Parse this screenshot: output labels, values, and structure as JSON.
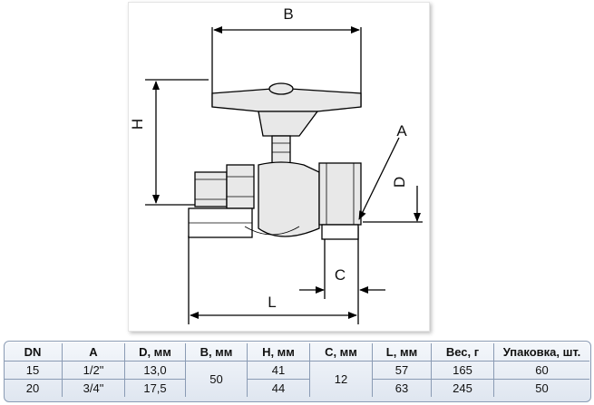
{
  "drawing": {
    "labels": {
      "b": "B",
      "h": "H",
      "a": "A",
      "d": "D",
      "c": "C",
      "l": "L"
    }
  },
  "table": {
    "headers": [
      "DN",
      "A",
      "D, мм",
      "B, мм",
      "H, мм",
      "C, мм",
      "L, мм",
      "Вес, г",
      "Упаковка, шт."
    ],
    "rows": [
      {
        "dn": "15",
        "a": "1/2\"",
        "d": "13,0",
        "h": "41",
        "l": "57",
        "weight": "165",
        "pack": "60"
      },
      {
        "dn": "20",
        "a": "3/4\"",
        "d": "17,5",
        "h": "44",
        "l": "63",
        "weight": "245",
        "pack": "50"
      }
    ],
    "b_shared": "50",
    "c_shared": "12"
  },
  "colors": {
    "table_border": "#8a9bb4",
    "table_top": "#f4f7fb",
    "table_bottom": "#dfe6f0",
    "part_fill": "#e8e8e8",
    "line": "#000000"
  }
}
